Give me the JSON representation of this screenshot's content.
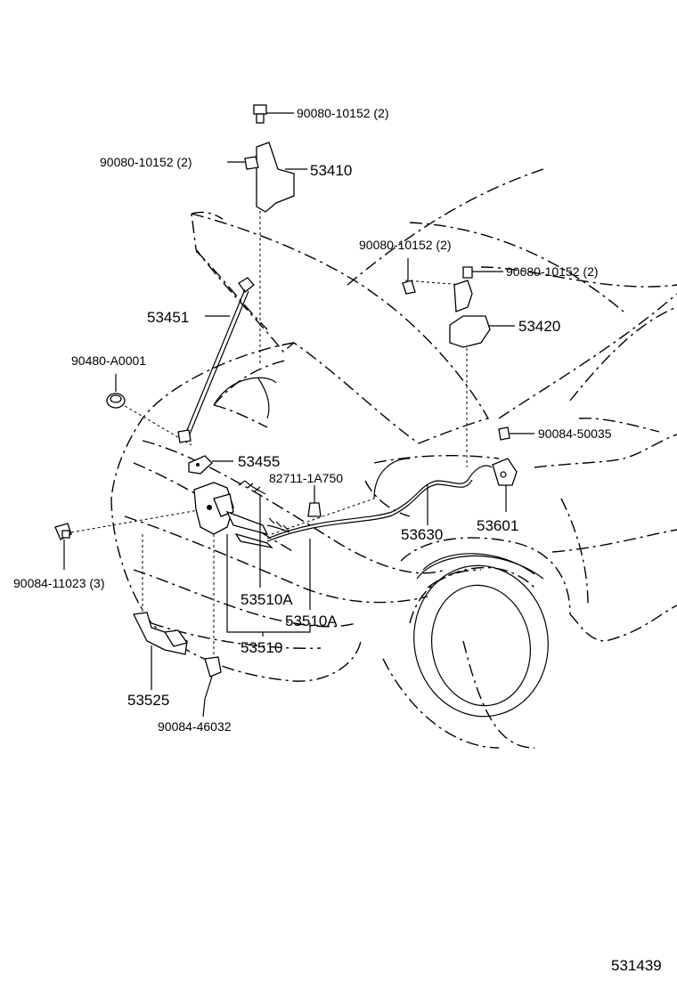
{
  "labels": {
    "p_top_bolt": "90080-10152 (2)",
    "p_left_bolt": "90080-10152 (2)",
    "p_hinge_l": "53410",
    "p_mid_bolt": "90080-10152 (2)",
    "p_right_bolt": "90080-10152 (2)",
    "p_hinge_r": "53420",
    "p_support": "53451",
    "p_cushion": "90480-A0001",
    "p_striker": "53455",
    "p_clip_82711": "82711-1A750",
    "p_bolt_50035": "90084-50035",
    "p_cable": "53630",
    "p_handle": "53601",
    "p_bolt_11023": "90084-11023 (3)",
    "p_spring_a1": "53510A",
    "p_spring_a2": "53510A",
    "p_lock_assy": "53510",
    "p_lock_support": "53525",
    "p_bolt_46032": "90084-46032",
    "p_page_code": "531439"
  }
}
